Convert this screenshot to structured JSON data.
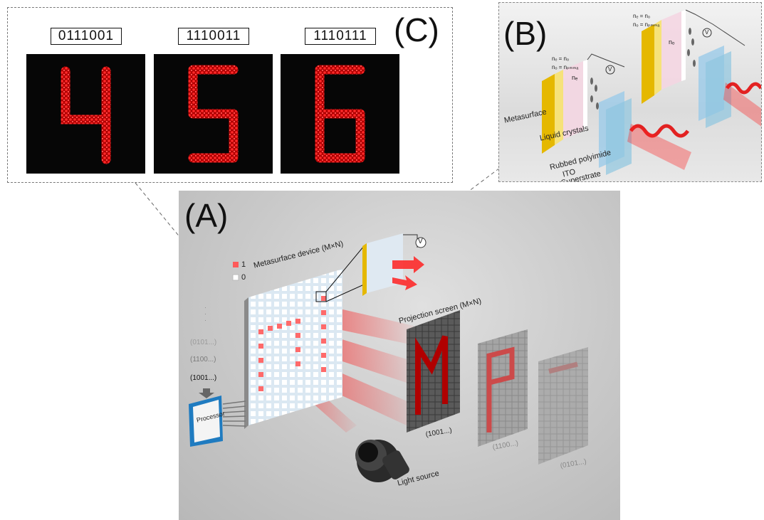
{
  "panel_c": {
    "label": "(C)",
    "digits": [
      {
        "code": "0111001",
        "digit": "4"
      },
      {
        "code": "1110011",
        "digit": "5"
      },
      {
        "code": "1110111",
        "digit": "6"
      }
    ]
  },
  "panel_b": {
    "label": "(B)",
    "eq1": "nₑ = nₒ",
    "eq2": "nₒ = nₚₘₘₐ",
    "eq3": "nₑ = nₒ",
    "eq4": "nₒ = nₚₘₘₐ",
    "ne": "nₑ",
    "no": "nₒ",
    "v": "V",
    "metasurface": "Metasurface",
    "liquid_crystals": "Liquid  crystals",
    "rubbed_polyimide": "Rubbed polyimide",
    "ito": "ITO",
    "superstrate": "Superstrate"
  },
  "panel_a": {
    "label": "(A)",
    "legend_1": "1",
    "legend_0": "0",
    "metasurface_device": "Metasurface device (M×N)",
    "projection_screen": "Projection screen (M×N)",
    "v": "V",
    "seq_0101": "(0101...)",
    "seq_1100": "(1100...)",
    "seq_1001": "(1001...)",
    "processor": "Processor",
    "light_source": "Light source",
    "screen1_code": "(1001...)",
    "screen2_code": "(1100...)",
    "screen3_code": "(0101...)",
    "dots": "·\n·\n·"
  }
}
